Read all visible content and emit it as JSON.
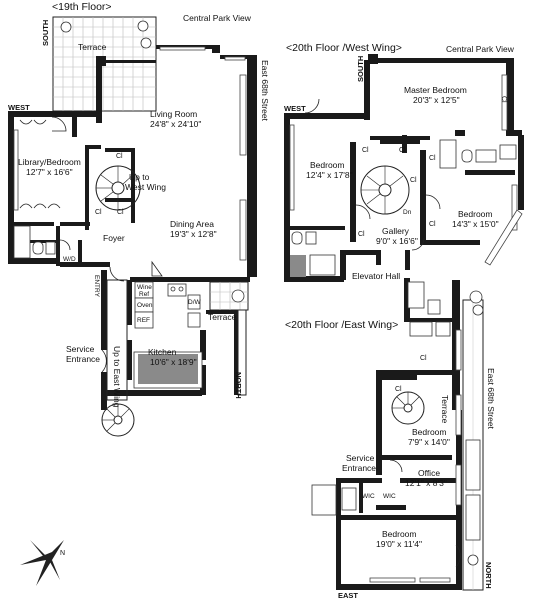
{
  "headers": {
    "floor19": "<19th Floor>",
    "floor20_west": "<20th Floor /West Wing>",
    "floor20_east": "<20th Floor /East Wing>"
  },
  "views": {
    "cpv_19": "Central Park View",
    "cpv_20": "Central Park View"
  },
  "streets": {
    "e68_19": "East 68th Street",
    "e68_20": "East 68th Street"
  },
  "directions": {
    "south_19": "SOUTH",
    "west_19": "WEST",
    "north_19": "NORTH",
    "south_20w": "SOUTH",
    "west_20w": "WEST",
    "north_20e": "NORTH",
    "east_20e": "EAST"
  },
  "rooms": {
    "terrace_19": "Terrace",
    "living": "Living Room",
    "living_dim": "24'8\" x 24'10\"",
    "library": "Library/Bedroom",
    "library_dim": "12'7\" x 16'6\"",
    "up_west_1": "Up to",
    "up_west_2": "West Wing",
    "dining": "Dining Area",
    "dining_dim": "19'3\" x 12'8\"",
    "foyer": "Foyer",
    "wd": "W/D",
    "entry": "ENTRY",
    "wine_1": "Wine",
    "wine_2": "Ref",
    "oven": "Oven",
    "ref": "REF",
    "dw": "D/W",
    "terrace_kitchen": "Terrace",
    "service_1": "Service",
    "service_2": "Entrance",
    "up_east": "Up to East Wing",
    "kitchen": "Kitchen",
    "kitchen_dim": "10'6\" x 18'9\"",
    "master": "Master Bedroom",
    "master_dim": "20'3\" x 12'5\"",
    "bed_w": "Bedroom",
    "bed_w_dim": "12'4\" x 17'8\"",
    "bed_e": "Bedroom",
    "bed_e_dim": "14'3\" x 15'0\"",
    "gallery": "Gallery",
    "gallery_dim": "9'0\" x 16'6\"",
    "dn": "Dn",
    "elevator": "Elevator Hall",
    "terrace_20": "Terrace",
    "bed_ee": "Bedroom",
    "bed_ee_dim": "7'9\" x 14'0\"",
    "service2_1": "Service",
    "service2_2": "Entrance",
    "office": "Office",
    "office_dim": "12'1\" x 8'3\"",
    "wic_1": "WIC",
    "wic_2": "WIC",
    "bed_bottom": "Bedroom",
    "bed_bottom_dim": "19'0\" x 11'4\"",
    "cl": "Cl",
    "compass_n": "N"
  }
}
